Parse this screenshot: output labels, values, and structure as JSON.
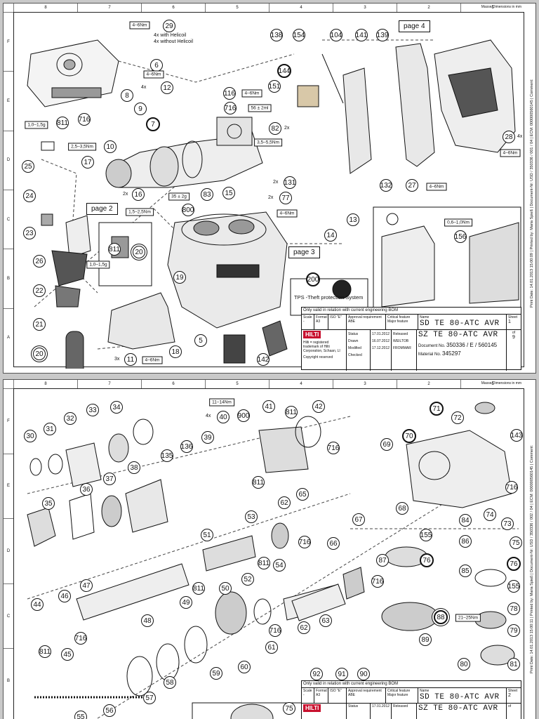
{
  "sheet1": {
    "dims_note": "Masse/Dimensions in mm",
    "side_text": "Print Date: 14.01.2013 15:00:09 | Printed by: Maria Spieß | Document-Nr: USD / 350336 / 001 / 04 | ECM: 000000560145 | Comment:",
    "zones_top": [
      "8",
      "7",
      "6",
      "5",
      "4",
      "3",
      "2",
      "1"
    ],
    "zones_side": [
      "F",
      "E",
      "D",
      "C",
      "B",
      "A"
    ],
    "callouts": [
      "6",
      "8",
      "9",
      "7",
      "10",
      "17",
      "25",
      "811",
      "716",
      "24",
      "23",
      "26",
      "22",
      "21",
      "20",
      "12",
      "29",
      "116",
      "716",
      "82",
      "16",
      "83",
      "15",
      "19",
      "5",
      "18",
      "11",
      "138",
      "144",
      "151",
      "154",
      "104",
      "141",
      "139",
      "132",
      "27",
      "131",
      "77",
      "13",
      "14",
      "28",
      "800",
      "156",
      "200",
      "142",
      "811",
      "20"
    ],
    "torque_boxes": [
      "4–6Nm",
      "4–6Nm",
      "1,0–1,5g",
      "2,5–3,5Nm",
      "4–6Nm",
      "56 ± 2ml",
      "3,5–5,5Nm",
      "35 ± 2g",
      "1,5–2,5Nm",
      "1,0–1,5g",
      "4–6Nm",
      "4–6Nm",
      "4–6Nm",
      "4–6Nm",
      "0,6–1,0Nm"
    ],
    "texts": {
      "helicoil_with": "4x with Helicoil",
      "helicoil_without": "4x without Helicoil",
      "qty_4x_a": "4x",
      "qty_2x_a": "2x",
      "qty_2x_b": "2x",
      "qty_2x_c": "2x",
      "qty_2x_d": "2x",
      "qty_3x": "3x",
      "qty_4x_b": "4x"
    },
    "pages": [
      "page 4",
      "page 2",
      "page 3"
    ],
    "tps_label": "TPS -Theft protection System",
    "title_block": {
      "valid_note": "Only valid in relation with current engineering BOM",
      "scale_label": "Scale",
      "scale_value": "-",
      "format_label": "Format",
      "format_value": "A3",
      "iso_label": "ISO \"E\"",
      "approval_req": "Approval requirement",
      "abe": "ABE",
      "critical": "Critical feature",
      "major": "Major feature",
      "name_label": "Name",
      "name1": "SD TE 80-ATC AVR",
      "name2": "SZ TE 80-ATC AVR",
      "sheet_label": "Sheet",
      "sheet_num": "1",
      "of_label": "of",
      "sheet_total": "9",
      "status_label": "Status",
      "status_date": "17.01.2012",
      "status_val": "Released",
      "drawn_label": "Drawn",
      "drawn_date": "16.07.2012",
      "drawn_by": "WEILTOB",
      "modified_label": "Modified",
      "modified_date": "17.12.2012",
      "modified_by": "FROMMAR",
      "checked_label": "Checked",
      "trademark": "Hilti = registered trademark of Hilti Corporation, Schaan, LI",
      "copyright": "Copyright reserved",
      "doc_label": "Document No.",
      "doc_value": "350336 / E / 560145",
      "mat_label": "Material No.",
      "mat_value": "345297",
      "logo": "HILTI"
    }
  },
  "sheet2": {
    "dims_note": "Masse/Dimensions in mm",
    "side_text": "Print Date: 14.01.2013 15:00:11 | Printed by: Maria Spieß | Document-Nr: USD / 350336 / 002 / 04 | ECM: 000000560145 | Comment:",
    "zones_top": [
      "8",
      "7",
      "6",
      "5",
      "4",
      "3",
      "2",
      "1"
    ],
    "zones_side": [
      "F",
      "E",
      "D",
      "C",
      "B"
    ],
    "callouts": [
      "30",
      "31",
      "32",
      "33",
      "34",
      "40",
      "900",
      "41",
      "811",
      "42",
      "716",
      "136",
      "135",
      "39",
      "38",
      "37",
      "36",
      "35",
      "811",
      "65",
      "62",
      "53",
      "67",
      "716",
      "66",
      "51",
      "52",
      "811",
      "54",
      "50",
      "811",
      "49",
      "47",
      "46",
      "48",
      "44",
      "716",
      "45",
      "811",
      "63",
      "62",
      "716",
      "61",
      "60",
      "59",
      "58",
      "57",
      "56",
      "55",
      "71",
      "72",
      "143",
      "69",
      "70",
      "716",
      "74",
      "73",
      "68",
      "155",
      "76",
      "84",
      "86",
      "75",
      "85",
      "87",
      "716",
      "76",
      "155",
      "78",
      "79",
      "80",
      "81",
      "89",
      "88",
      "92",
      "91",
      "90",
      "75"
    ],
    "torque_boxes": [
      "11–14Nm",
      "21–25Nm"
    ],
    "texts": {
      "qty_4x": "4x"
    },
    "title_block": {
      "valid_note": "Only valid in relation with current engineering BOM",
      "scale_label": "Scale",
      "scale_value": "-",
      "format_label": "Format",
      "format_value": "A3",
      "iso_label": "ISO \"E\"",
      "approval_req": "Approval requirement",
      "abe": "ABE",
      "critical": "Critical feature",
      "major": "Major feature",
      "name_label": "Name",
      "name1": "SD TE 80-ATC AVR",
      "name2": "SZ TE 80-ATC AVR",
      "sheet_label": "Sheet",
      "sheet_num": "2",
      "of_label": "of",
      "status_label": "Status",
      "status_date": "17.01.2012",
      "status_val": "Released",
      "logo": "HILTI"
    }
  }
}
